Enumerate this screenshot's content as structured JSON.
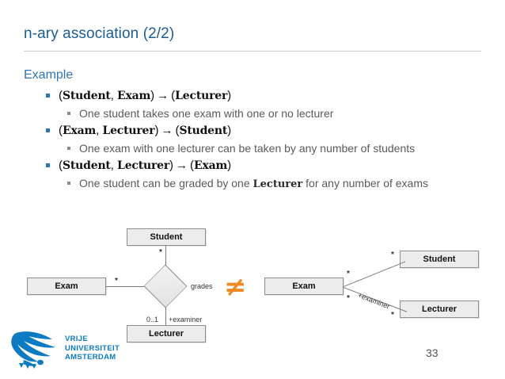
{
  "slide": {
    "title": "n-ary association (2/2)",
    "page_number": "33",
    "accent_title_color": "#1B5C96",
    "accent_body_color": "#2E75B6",
    "neq_color": "#EE8A23",
    "neq_symbol": "≠"
  },
  "content": {
    "heading": "Example",
    "bullets": [
      {
        "tuple_open": "(",
        "part1": "Student",
        "sep": ", ",
        "part2": "Exam",
        "tuple_close": ")",
        "arrow": "→",
        "result_open": "(",
        "result": "Lecturer",
        "result_close": ")",
        "sub": "One student takes one exam with one or no lecturer"
      },
      {
        "tuple_open": "(",
        "part1": "Exam",
        "sep": ", ",
        "part2": "Lecturer",
        "tuple_close": ")",
        "arrow": "→",
        "result_open": "(",
        "result": "Student",
        "result_close": ")",
        "sub": "One exam with one lecturer can be taken by any number of students"
      },
      {
        "tuple_open": "(",
        "part1": "Student",
        "sep": ", ",
        "part2": "Lecturer",
        "tuple_close": ")",
        "arrow": "→",
        "result_open": "(",
        "result": "Exam",
        "result_close": ")",
        "sub_pre": "One student can be graded by one ",
        "sub_mono": "Lecturer",
        "sub_post": " for any number of exams"
      }
    ]
  },
  "diagram_left": {
    "boxes": {
      "student": "Student",
      "exam": "Exam",
      "lecturer": "Lecturer"
    },
    "association_label": "grades",
    "multiplicities": {
      "student_end": "*",
      "exam_end": "*",
      "lecturer_end": "0..1"
    },
    "role": "+examiner"
  },
  "diagram_right": {
    "boxes": {
      "exam": "Exam",
      "student": "Student",
      "lecturer": "Lecturer"
    },
    "multiplicities": {
      "exam_top": "*",
      "exam_bottom": "*",
      "student_end": "*",
      "lecturer_end": "*"
    },
    "role": "+examiner"
  },
  "footer": {
    "logo_line1": "VRIJE",
    "logo_line2": "UNIVERSITEIT",
    "logo_line3": "AMSTERDAM"
  }
}
